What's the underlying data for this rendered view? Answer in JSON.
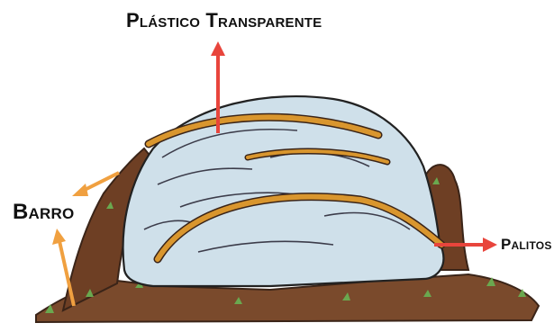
{
  "labels": {
    "plastic": "Plástico Transparente",
    "clay": "Barro",
    "sticks": "Palitos"
  },
  "colors": {
    "plastic_fill": "#cfe0ea",
    "soil": "#7a4a2c",
    "soil_dark": "#5a3520",
    "sticks": "#d9962e",
    "grass": "#6aa84f",
    "arrow_red": "#e8453c",
    "arrow_orange": "#f0a040"
  }
}
